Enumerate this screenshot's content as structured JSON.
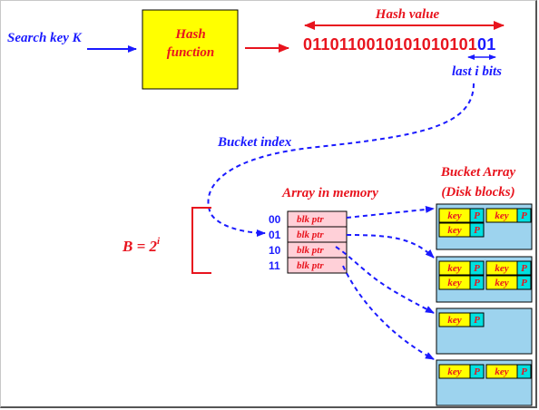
{
  "labels": {
    "search_key": "Search key K",
    "hash_function_line1": "Hash",
    "hash_function_line2": "function",
    "hash_value": "Hash value",
    "hash_bits_prefix": "0110110010101010101",
    "hash_bits_suffix": "01",
    "last_i_bits": "last i bits",
    "bucket_index": "Bucket index",
    "array_in_memory": "Array in memory",
    "bucket_array_line1": "Bucket Array",
    "bucket_array_line2": "(Disk blocks)",
    "b_equation": "B = 2",
    "b_exponent": "i"
  },
  "array_rows": [
    {
      "index": "00",
      "ptr": "blk ptr"
    },
    {
      "index": "01",
      "ptr": "blk ptr"
    },
    {
      "index": "10",
      "ptr": "blk ptr"
    },
    {
      "index": "11",
      "ptr": "blk ptr"
    }
  ],
  "entry": {
    "key": "key",
    "p": "P"
  },
  "buckets": [
    {
      "entries_per_row": [
        2,
        1
      ]
    },
    {
      "entries_per_row": [
        2,
        2
      ]
    },
    {
      "entries_per_row": [
        1
      ]
    },
    {
      "entries_per_row": [
        2
      ]
    }
  ],
  "colors": {
    "blue": "#1a1aff",
    "red": "#e8141e",
    "hash_box": "#ffff00",
    "bucket_fill": "#9dd3ee",
    "key_fill": "#ffff00",
    "p_fill": "#00e0e0",
    "ptr_fill": "#ffd0d8"
  }
}
